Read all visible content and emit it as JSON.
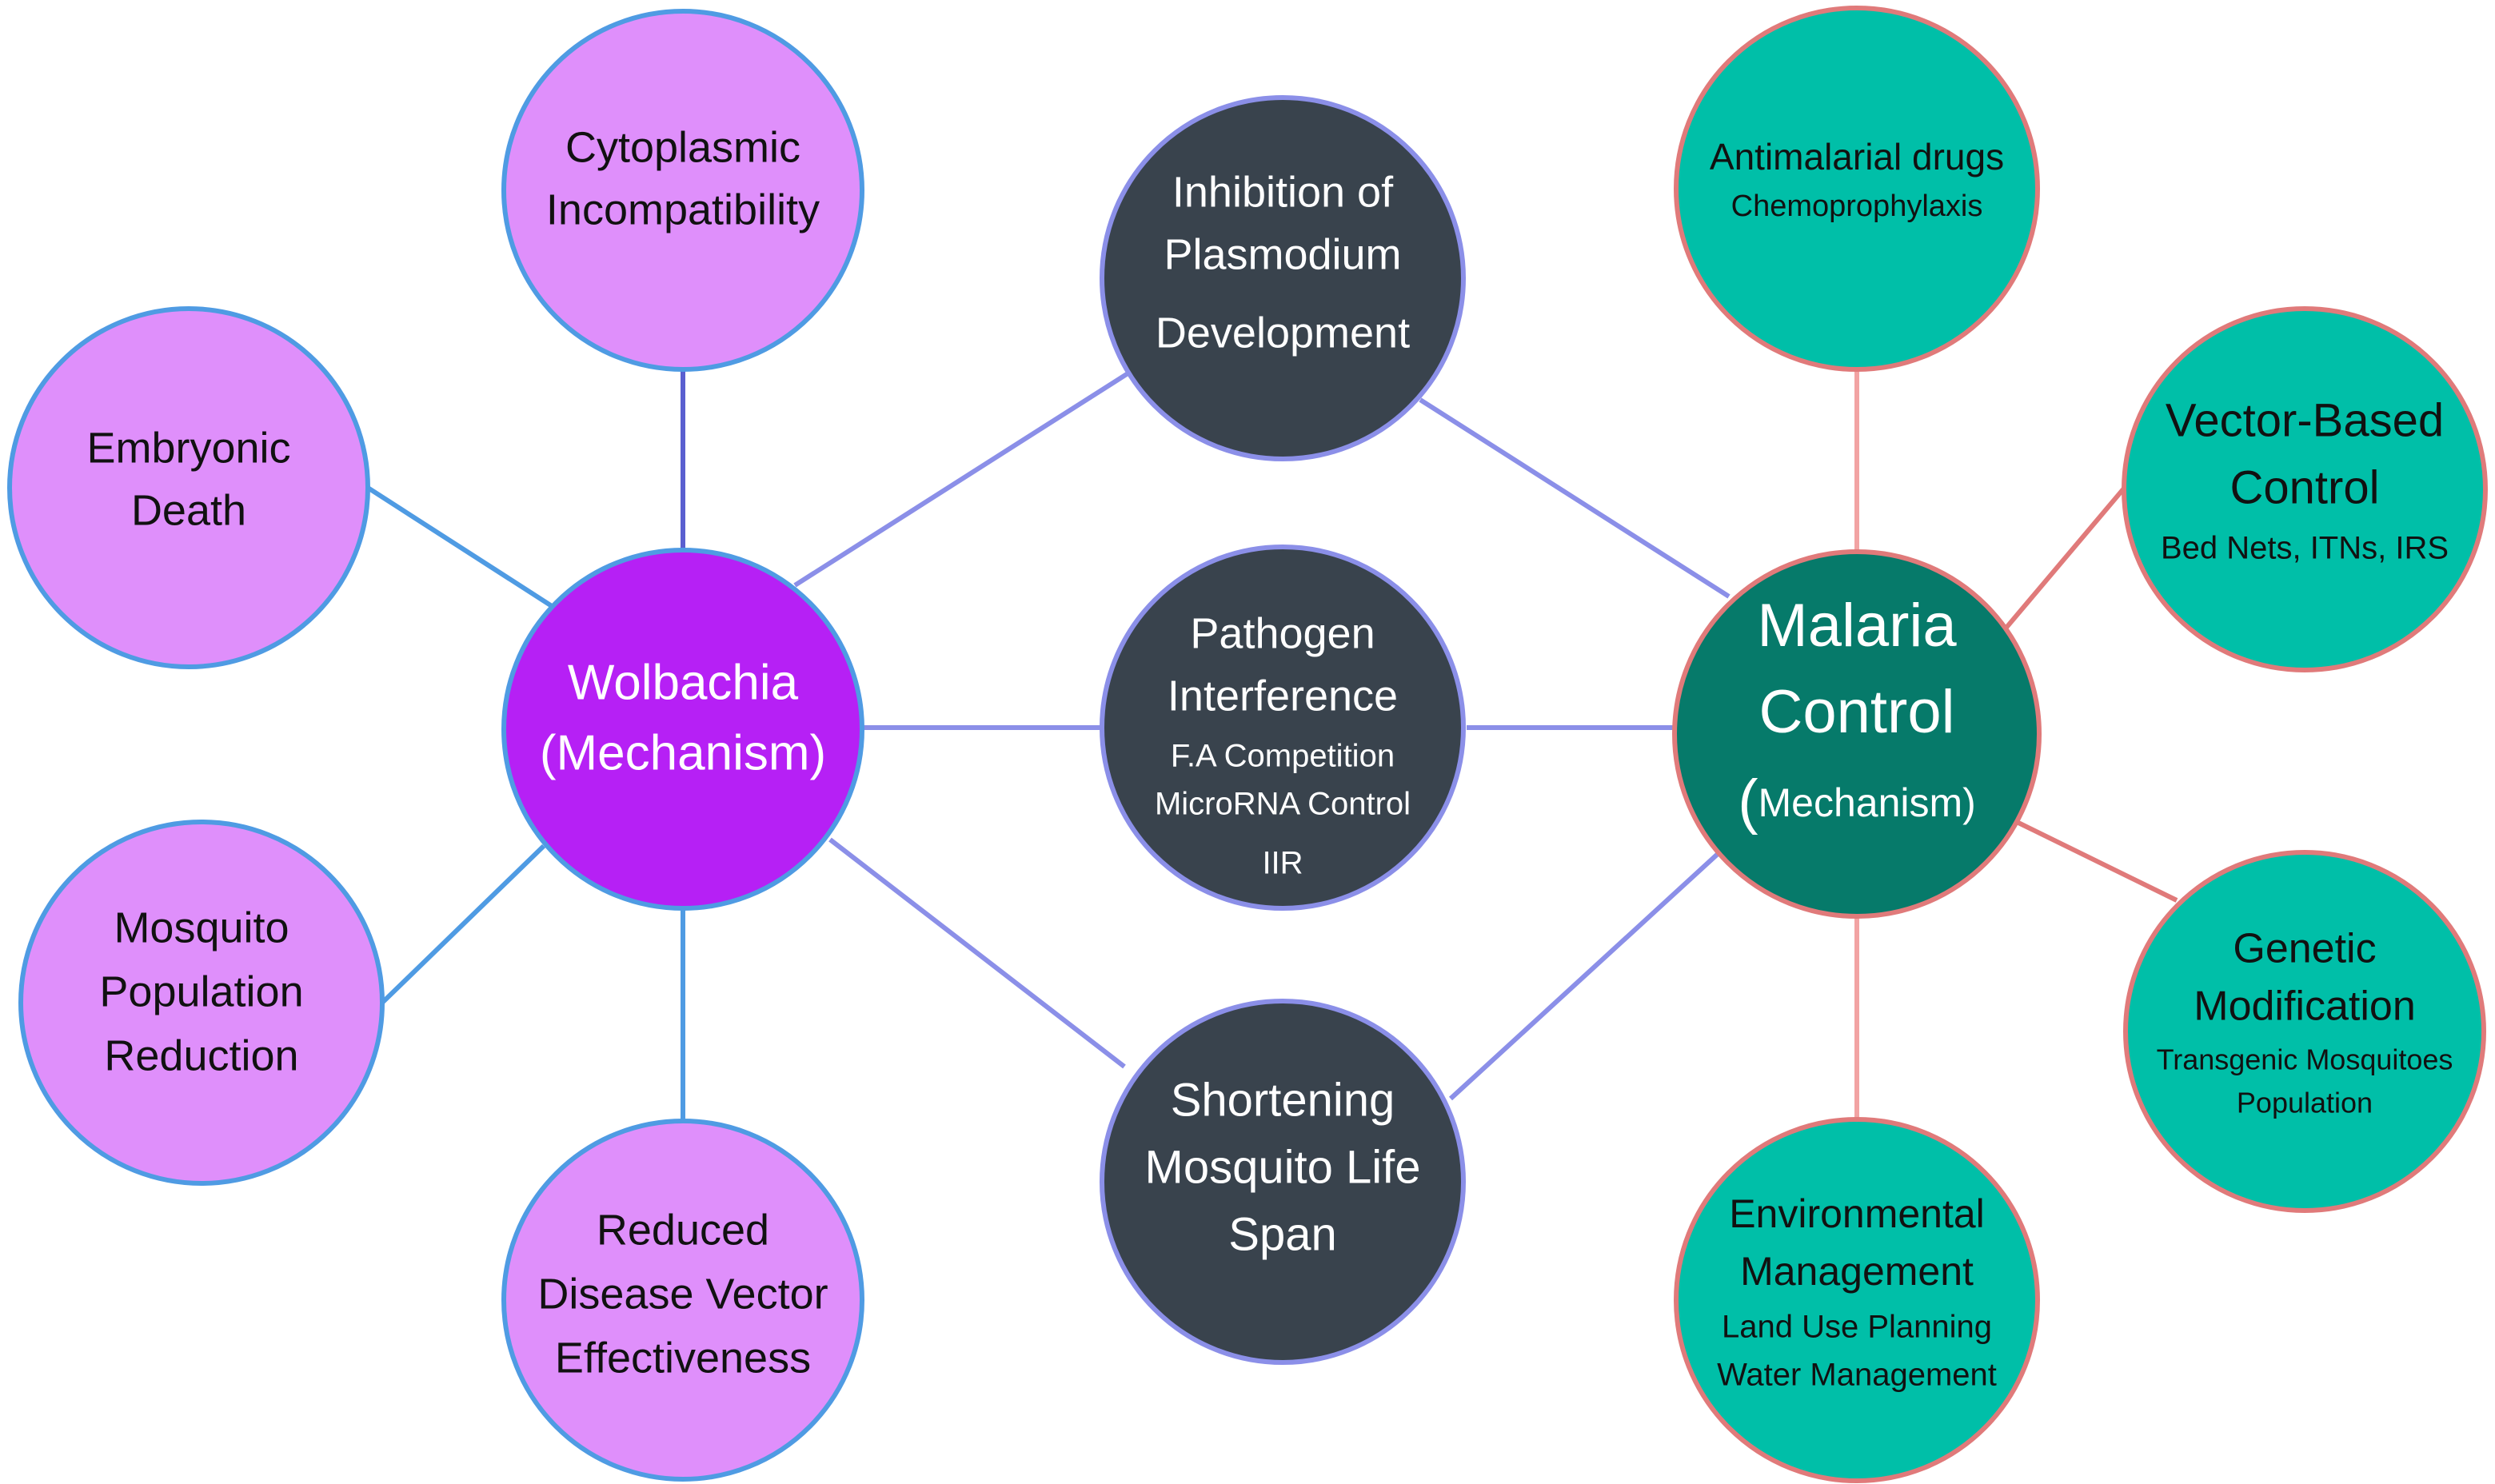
{
  "colors": {
    "wolbachia_hub": "#b620f5",
    "wolbachia_child": "#df8ffb",
    "wolbachia_border": "#4f9be3",
    "wolbachia_line": "#4f9be3",
    "middle_node": "#39434d",
    "middle_border": "#8b8fe8",
    "middle_line": "#8b8fe8",
    "malaria_hub": "#067a6a",
    "malaria_child": "#00bfa8",
    "malaria_border": "#e07a7a",
    "malaria_line_light": "#f2a3a3",
    "malaria_line": "#e07a7a",
    "dark_text": "#111111",
    "light_text": "#ffffff"
  },
  "wolbachia": {
    "hub_line1": "Wolbachia",
    "hub_line2": "(Mechanism)",
    "cytoplasmic": [
      "Cytoplasmic",
      "Incompatibility"
    ],
    "embryonic": [
      "Embryonic",
      "Death"
    ],
    "population": [
      "Mosquito",
      "Population",
      "Reduction"
    ],
    "reduced": [
      "Reduced",
      "Disease Vector",
      "Effectiveness"
    ]
  },
  "middle": {
    "inhibition": [
      "Inhibition of",
      "Plasmodium",
      "Development"
    ],
    "pathogen_title": [
      "Pathogen",
      "Interference"
    ],
    "pathogen_sub": [
      "F.A Competition",
      "MicroRNA Control",
      "IIR"
    ],
    "shortening": [
      "Shortening",
      "Mosquito Life",
      "Span"
    ]
  },
  "malaria": {
    "hub_line1": "Malaria",
    "hub_line2": "Control",
    "hub_paren": "(",
    "hub_line3": "Mechanism)",
    "antimalarial_title": "Antimalarial drugs",
    "antimalarial_sub": "Chemoprophylaxis",
    "vector_title": [
      "Vector-Based",
      "Control"
    ],
    "vector_sub": "Bed Nets, ITNs, IRS",
    "genetic_title": [
      "Genetic",
      "Modification"
    ],
    "genetic_sub": [
      "Transgenic Mosquitoes",
      "Population"
    ],
    "environmental_title": [
      "Environmental",
      "Management"
    ],
    "environmental_sub": [
      "Land Use Planning",
      "Water Management"
    ]
  }
}
